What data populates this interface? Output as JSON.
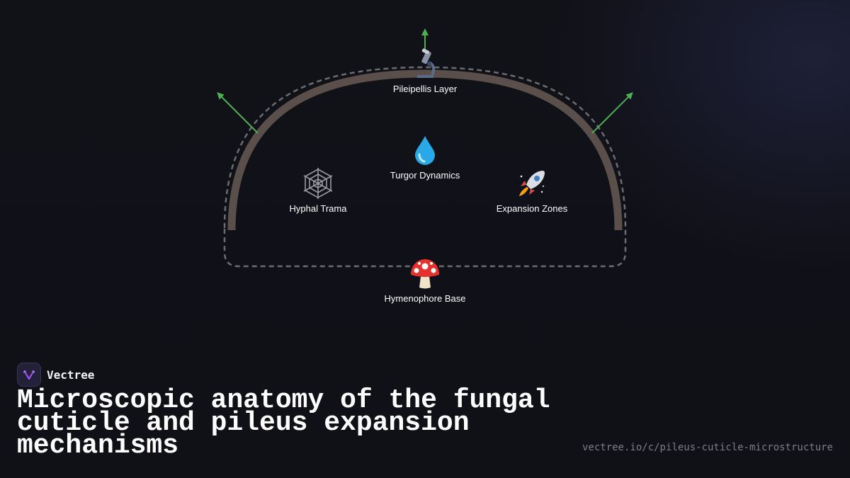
{
  "brand": {
    "name": "Vectree",
    "logo_icon": "vectree-logo-icon",
    "accent": "#a855f7"
  },
  "title": "Microscopic anatomy of the fungal cuticle and pileus expansion mechanisms",
  "url": "vectree.io/c/pileus-cuticle-microstructure",
  "diagram": {
    "nodes": [
      {
        "id": "pileipellis",
        "label": "Pileipellis Layer",
        "icon": "microscope-icon",
        "emoji": "🔬"
      },
      {
        "id": "turgor",
        "label": "Turgor Dynamics",
        "icon": "droplet-icon",
        "emoji": "💧"
      },
      {
        "id": "trama",
        "label": "Hyphal Trama",
        "icon": "spider-web-icon",
        "emoji": "🕸️"
      },
      {
        "id": "expansion",
        "label": "Expansion Zones",
        "icon": "rocket-icon",
        "emoji": "🚀"
      },
      {
        "id": "base",
        "label": "Hymenophore Base",
        "icon": "mushroom-icon",
        "emoji": "🍄"
      }
    ],
    "colors": {
      "cap_outline": "#5a4f4a",
      "dashed_outline": "#6b6b72",
      "arrows": "#4caf50"
    }
  }
}
